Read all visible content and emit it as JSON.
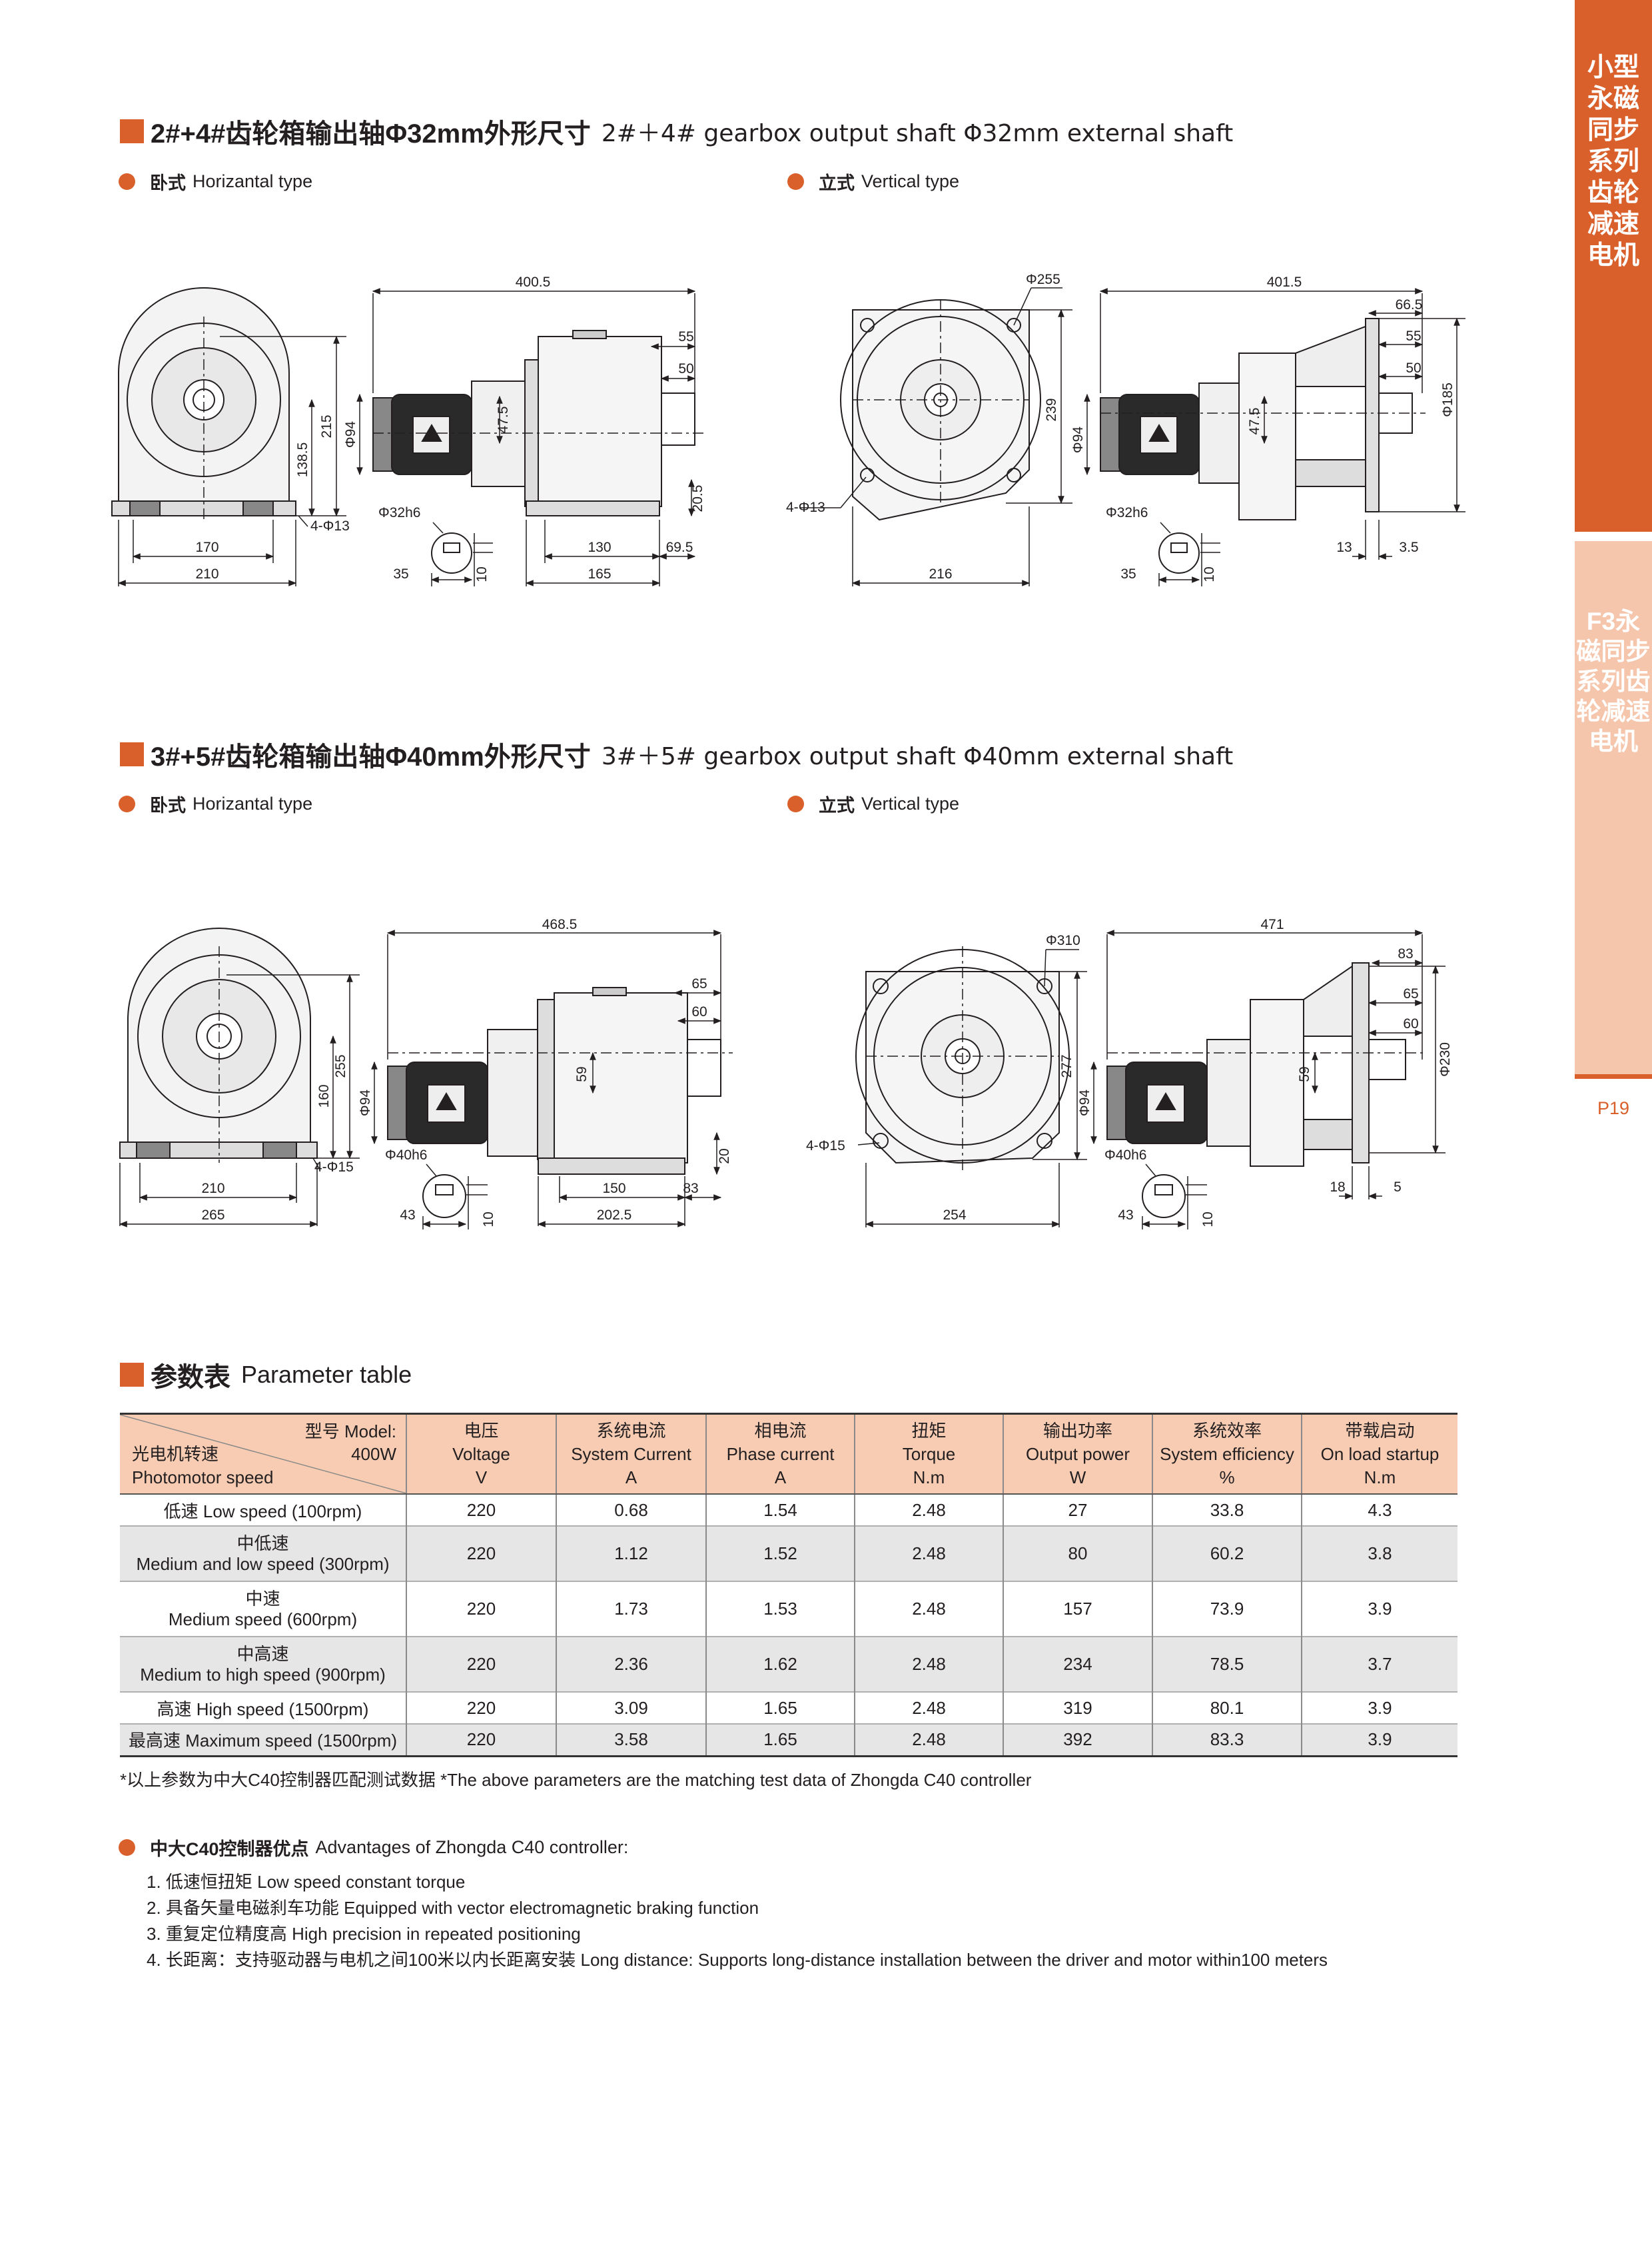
{
  "side_tab": {
    "series_title": "小型永磁同步系列齿轮减速电机",
    "subseries_title": "F3永磁同步系列齿轮减速电机",
    "page_number": "P19"
  },
  "section1": {
    "title_cn": "2#+4#齿轮箱输出轴Φ32mm外形尺寸",
    "title_en": "2#＋4# gearbox output shaft Φ32mm external shaft",
    "horizontal_cn": "卧式",
    "horizontal_en": "Horizantal type",
    "vertical_cn": "立式",
    "vertical_en": "Vertical type",
    "horizontal_dims": {
      "overall": "400.5",
      "d55": "55",
      "d50": "50",
      "h215": "215",
      "h138_5": "138.5",
      "phi94": "Φ94",
      "d47_5": "47.5",
      "h20_5": "20.5",
      "holes": "4-Φ13",
      "shaft": "Φ32h6",
      "w170": "170",
      "w210": "210",
      "k35": "35",
      "k10": "10",
      "w130": "130",
      "w69_5": "69.5",
      "w165": "165"
    },
    "vertical_dims": {
      "flange": "Φ255",
      "h239": "239",
      "holes": "4-Φ13",
      "w216": "216",
      "overall": "401.5",
      "d66_5": "66.5",
      "d55": "55",
      "d50": "50",
      "phi185": "Φ185",
      "phi94": "Φ94",
      "d47_5": "47.5",
      "shaft": "Φ32h6",
      "k35": "35",
      "k10": "10",
      "d13": "13",
      "d3_5": "3.5"
    }
  },
  "section2": {
    "title_cn": "3#+5#齿轮箱输出轴Φ40mm外形尺寸",
    "title_en": "3#＋5# gearbox output shaft Φ40mm external shaft",
    "horizontal_cn": "卧式",
    "horizontal_en": "Horizantal type",
    "vertical_cn": "立式",
    "vertical_en": "Vertical type",
    "horizontal_dims": {
      "overall": "468.5",
      "d65": "65",
      "d60": "60",
      "h255": "255",
      "h160": "160",
      "phi94": "Φ94",
      "d59": "59",
      "h20": "20",
      "holes": "4-Φ15",
      "shaft": "Φ40h6",
      "w210": "210",
      "w265": "265",
      "k43": "43",
      "k10": "10",
      "w150": "150",
      "w83": "83",
      "w202_5": "202.5"
    },
    "vertical_dims": {
      "flange": "Φ310",
      "h277": "277",
      "holes": "4-Φ15",
      "w254": "254",
      "overall": "471",
      "d83": "83",
      "d65": "65",
      "d60": "60",
      "phi230": "Φ230",
      "phi94": "Φ94",
      "d59": "59",
      "shaft": "Φ40h6",
      "k43": "43",
      "k10": "10",
      "d18": "18",
      "d5": "5"
    }
  },
  "parameters": {
    "title_cn": "参数表",
    "title_en": "Parameter table",
    "corner_model": "型号 Model:",
    "corner_power": "400W",
    "corner_speed_cn": "光电机转速",
    "corner_speed_en": "Photomotor speed",
    "columns": [
      {
        "cn": "电压",
        "en": "Voltage",
        "unit": "V"
      },
      {
        "cn": "系统电流",
        "en": "System Current",
        "unit": "A"
      },
      {
        "cn": "相电流",
        "en": "Phase current",
        "unit": "A"
      },
      {
        "cn": "扭矩",
        "en": "Torque",
        "unit": "N.m"
      },
      {
        "cn": "输出功率",
        "en": "Output power",
        "unit": "W"
      },
      {
        "cn": "系统效率",
        "en": "System efficiency",
        "unit": "%"
      },
      {
        "cn": "带载启动",
        "en": "On load startup",
        "unit": "N.m"
      }
    ],
    "rows": [
      {
        "label_1": "低速 Low speed (100rpm)",
        "label_2": "",
        "values": [
          "220",
          "0.68",
          "1.54",
          "2.48",
          "27",
          "33.8",
          "4.3"
        ]
      },
      {
        "label_1": "中低速",
        "label_2": "Medium and low speed (300rpm)",
        "values": [
          "220",
          "1.12",
          "1.52",
          "2.48",
          "80",
          "60.2",
          "3.8"
        ]
      },
      {
        "label_1": "中速",
        "label_2": "Medium speed (600rpm)",
        "values": [
          "220",
          "1.73",
          "1.53",
          "2.48",
          "157",
          "73.9",
          "3.9"
        ]
      },
      {
        "label_1": "中高速",
        "label_2": "Medium to high speed (900rpm)",
        "values": [
          "220",
          "2.36",
          "1.62",
          "2.48",
          "234",
          "78.5",
          "3.7"
        ]
      },
      {
        "label_1": "高速 High speed (1500rpm)",
        "label_2": "",
        "values": [
          "220",
          "3.09",
          "1.65",
          "2.48",
          "319",
          "80.1",
          "3.9"
        ]
      },
      {
        "label_1": "最高速 Maximum speed (1500rpm)",
        "label_2": "",
        "values": [
          "220",
          "3.58",
          "1.65",
          "2.48",
          "392",
          "83.3",
          "3.9"
        ]
      }
    ],
    "note": "*以上参数为中大C40控制器匹配测试数据 *The above parameters are the matching test data of Zhongda C40 controller"
  },
  "advantages": {
    "title_cn": "中大C40控制器优点",
    "title_en": "Advantages of Zhongda C40 controller:",
    "items": [
      "1. 低速恒扭矩 Low speed constant torque",
      "2. 具备矢量电磁刹车功能 Equipped with vector electromagnetic braking function",
      "3. 重复定位精度高 High precision in repeated positioning",
      "4. 长距离：支持驱动器与电机之间100米以内长距离安装  Long distance: Supports long-distance installation between the driver and motor within100 meters"
    ]
  },
  "colors": {
    "accent": "#d95f2b",
    "accent_light": "#f6c6ac",
    "table_header": "#f7ccb3",
    "row_alt": "#e6e6e6"
  }
}
